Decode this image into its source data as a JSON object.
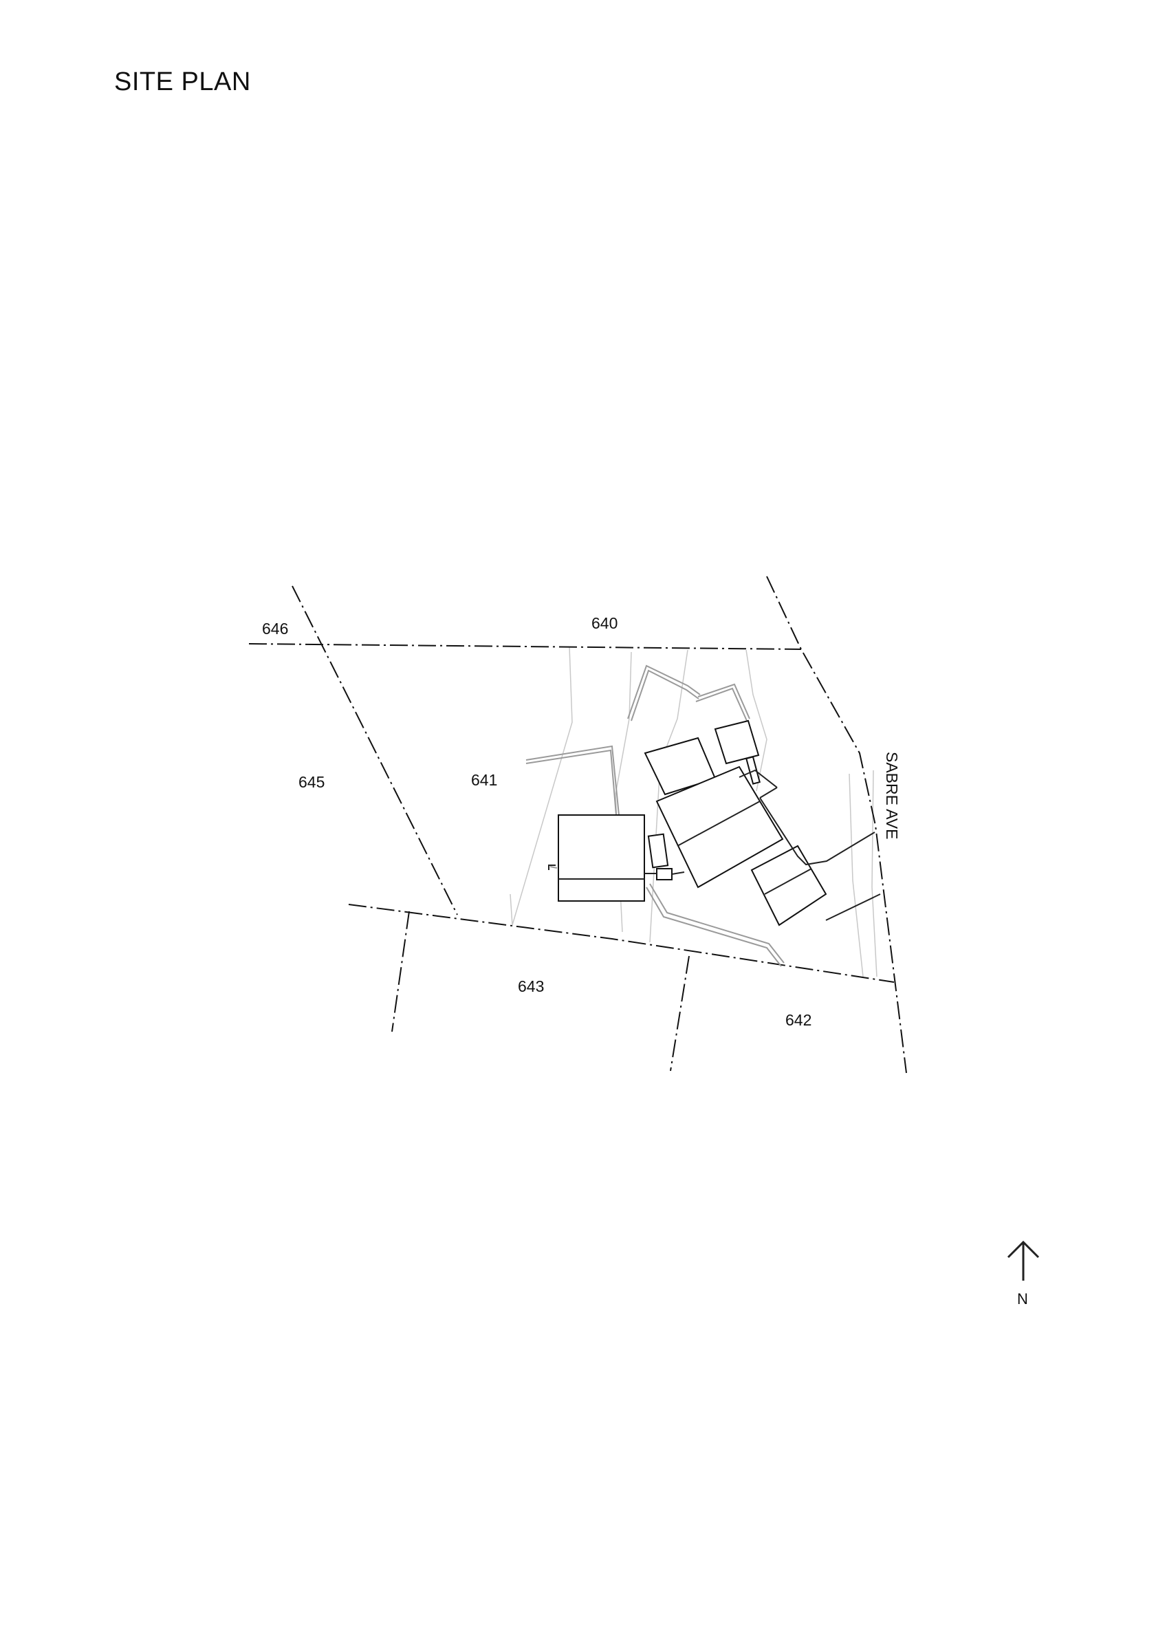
{
  "title": "SITE PLAN",
  "lots": [
    {
      "id": "lot-646",
      "label": "646"
    },
    {
      "id": "lot-640",
      "label": "640"
    },
    {
      "id": "lot-645",
      "label": "645"
    },
    {
      "id": "lot-641",
      "label": "641"
    },
    {
      "id": "lot-643",
      "label": "643"
    },
    {
      "id": "lot-642",
      "label": "642"
    }
  ],
  "street": {
    "label": "SABRE AVE"
  },
  "north_arrow": {
    "label": "N",
    "icon": "north-arrow-icon"
  }
}
